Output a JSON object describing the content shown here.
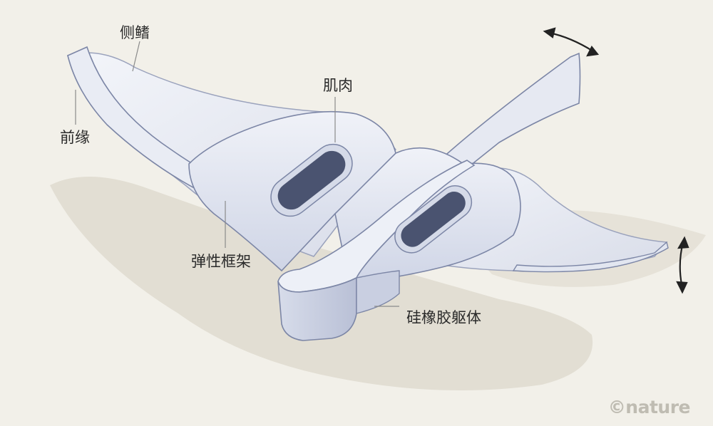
{
  "labels": {
    "lateral_fin": "侧鳍",
    "leading_edge": "前缘",
    "muscle": "肌肉",
    "elastic_frame": "弹性框架",
    "silicone_body": "硅橡胶躯体"
  },
  "credit": "©nature",
  "colors": {
    "background": "#f2f0e9",
    "body": "#e3e7f2",
    "body_edge": "#7c86a6",
    "fin": "#e8ebf3",
    "muscle": "#4a5370",
    "shadow": "#e2ded3"
  }
}
